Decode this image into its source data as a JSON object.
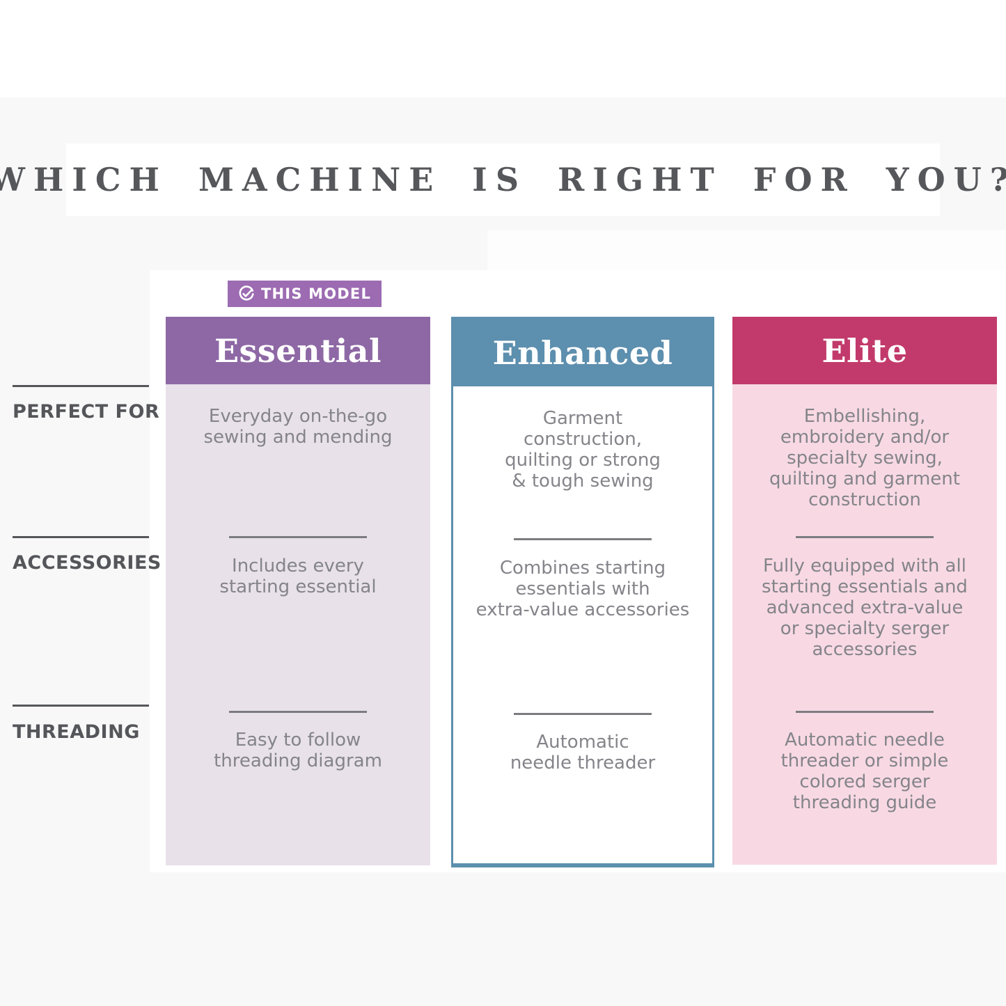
{
  "header": {
    "title": "WHICH MACHINE IS RIGHT FOR YOU?",
    "badge_label": "THIS MODEL",
    "badge_icon": "check-circle-icon"
  },
  "rows": [
    {
      "id": "perfect_for",
      "label": "PERFECT FOR"
    },
    {
      "id": "accessories",
      "label": "ACCESSORIES"
    },
    {
      "id": "threading",
      "label": "THREADING"
    }
  ],
  "columns": [
    {
      "title": "Essential",
      "is_this_model": true,
      "badge_color": "#9c6bb2",
      "header_color": "#8e68a5",
      "body_color": "#e8e1ea",
      "perfect_for": "Everyday on-the-go\nsewing and mending",
      "accessories": "Includes every\nstarting essential",
      "threading": "Easy to follow\nthreading diagram"
    },
    {
      "title": "Enhanced",
      "is_this_model": false,
      "header_color": "#5d8fae",
      "body_color": "#ffffff",
      "border_color": "#5d8fae",
      "perfect_for": "Garment\nconstruction,\nquilting or strong\n& tough sewing",
      "accessories": "Combines starting\nessentials with\nextra-value accessories",
      "threading": "Automatic\nneedle threader"
    },
    {
      "title": "Elite",
      "is_this_model": false,
      "header_color": "#c23a6b",
      "body_color": "#f8d9e3",
      "perfect_for": "Embellishing,\nembroidery and/or\nspecialty sewing,\nquilting and garment\nconstruction",
      "accessories": "Fully equipped with all\nstarting essentials and\nadvanced extra-value\nor specialty serger\naccessories",
      "threading": "Automatic needle\nthreader or simple\ncolored serger\nthreading guide"
    }
  ],
  "colors": {
    "title_text": "#56575b",
    "label_text": "#55565a",
    "body_text": "#84848a",
    "divider": "#7c7c80",
    "page_background": "#f8f8f9",
    "content_background": "#ffffff"
  }
}
